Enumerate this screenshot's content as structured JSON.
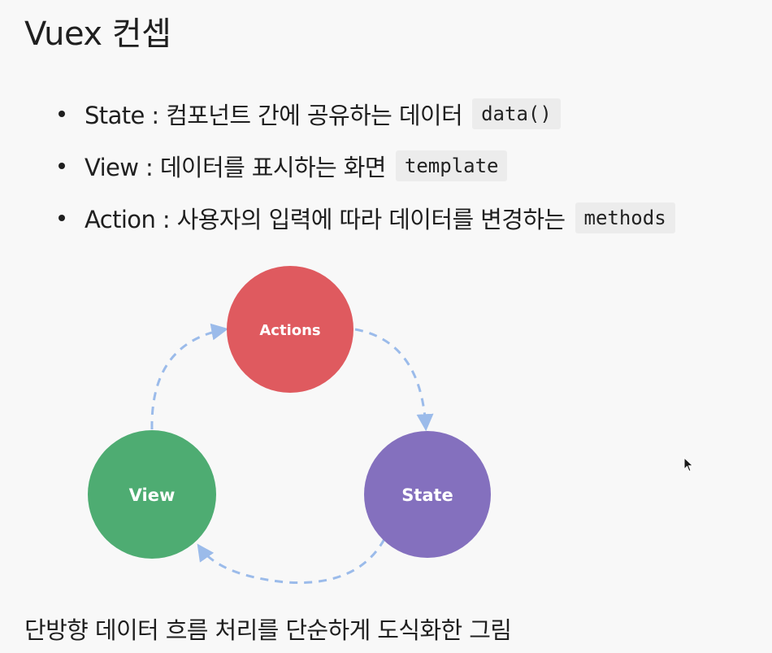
{
  "title": "Vuex 컨셉",
  "bullets": [
    {
      "term": "State",
      "separator": " : ",
      "desc": "컴포넌트 간에 공유하는 데이터",
      "code": "data()"
    },
    {
      "term": "View",
      "separator": " : ",
      "desc": "데이터를 표시하는 화면",
      "code": "template"
    },
    {
      "term": "Action",
      "separator": " : ",
      "desc": "사용자의 입력에 따라 데이터를 변경하는",
      "code": "methods"
    }
  ],
  "diagram": {
    "nodes": [
      {
        "id": "actions",
        "label": "Actions",
        "color": "#df5a5f"
      },
      {
        "id": "state",
        "label": "State",
        "color": "#8470be"
      },
      {
        "id": "view",
        "label": "View",
        "color": "#4eac72"
      }
    ],
    "edges": [
      {
        "from": "actions",
        "to": "state"
      },
      {
        "from": "state",
        "to": "view"
      },
      {
        "from": "view",
        "to": "actions"
      }
    ],
    "arrow_color": "#9bbbea"
  },
  "caption": "단방향 데이터 흐름 처리를 단순하게 도식화한 그림",
  "cursor_icon": "mouse-pointer-icon"
}
